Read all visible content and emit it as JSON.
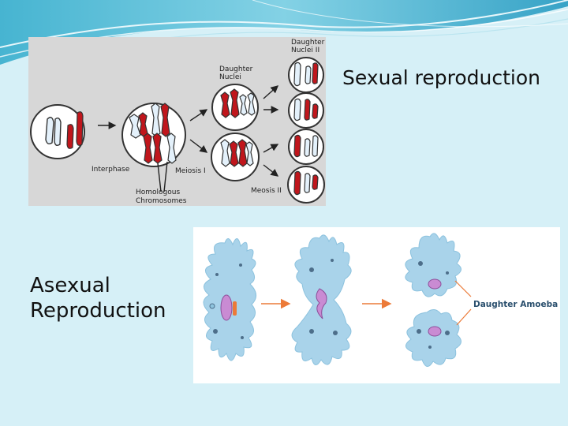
{
  "slide": {
    "sexual_title": "Sexual reproduction",
    "asexual_title_line1": "Asexual",
    "asexual_title_line2": "Reproduction"
  },
  "meiosis_diagram": {
    "labels": {
      "daughter_nuclei_ii_line1": "Daughter",
      "daughter_nuclei_ii_line2": "Nuclei II",
      "daughter_nuclei_line1": "Daughter",
      "daughter_nuclei_line2": "Nuclei",
      "interphase": "Interphase",
      "meiosis_i": "Meiosis I",
      "homologous_line1": "Homologous",
      "homologous_line2": "Chromosomes",
      "meiosis_ii": "Meosis II"
    }
  },
  "amoeba_diagram": {
    "labels": {
      "daughter_amoeba": "Daughter Amoeba"
    }
  },
  "colors": {
    "background": "#d6f0f7",
    "chromosome_red": "#c0161c",
    "chromosome_light": "#e4f1fb",
    "amoeba_body": "#a9d3ea",
    "arrow_orange": "#ec7a38"
  }
}
